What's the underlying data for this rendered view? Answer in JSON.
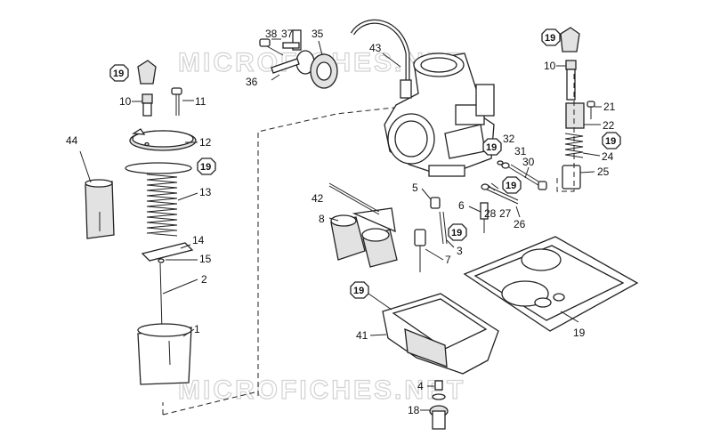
{
  "watermark": "MICROFICHES.NET",
  "callouts": {
    "c1": "1",
    "c2": "2",
    "c3": "3",
    "c4": "4",
    "c5": "5",
    "c6": "6",
    "c7": "7",
    "c8": "8",
    "c10a": "10",
    "c10b": "10",
    "c11": "11",
    "c12": "12",
    "c13": "13",
    "c14": "14",
    "c15": "15",
    "c18": "18",
    "c19": "19",
    "c21": "21",
    "c22": "22",
    "c24": "24",
    "c25": "25",
    "c26": "26",
    "c27": "27",
    "c28": "28",
    "c30": "30",
    "c31": "31",
    "c32": "32",
    "c35": "35",
    "c36": "36",
    "c37": "37",
    "c38": "38",
    "c41": "41",
    "c42": "42",
    "c43": "43",
    "c44": "44"
  },
  "badge_label": "19",
  "colors": {
    "line": "#222222",
    "watermark_outline": "#d2d2d2",
    "part_shade": "#e2e2e2"
  }
}
